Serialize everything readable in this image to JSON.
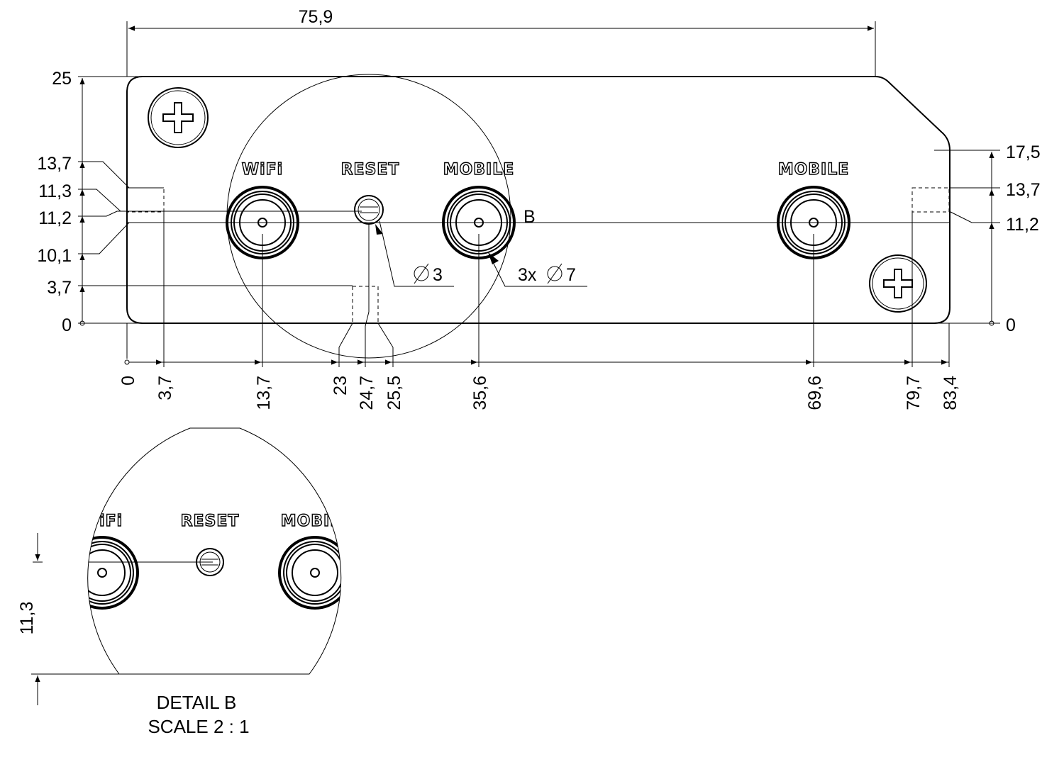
{
  "top_dimension": "75,9",
  "panel_labels": {
    "wifi": "WiFi",
    "reset": "RESET",
    "mobile_1": "MOBILE",
    "mobile_2": "MOBILE"
  },
  "left_vertical_dims": [
    "25",
    "13,7",
    "11,3",
    "11,2",
    "10,1",
    "3,7",
    "0"
  ],
  "right_vertical_dims": [
    "17,5",
    "13,7",
    "11,2",
    "0"
  ],
  "bottom_dims": [
    "0",
    "3,7",
    "13,7",
    "23",
    "24,7",
    "25,5",
    "35,6",
    "69,6",
    "79,7",
    "83,4"
  ],
  "callouts": {
    "reset_diameter": "3",
    "connector_diameter": "3x",
    "connector_diameter_value": "7",
    "detail_marker": "B"
  },
  "detail": {
    "labels": {
      "wifi": "WiFi",
      "reset": "RESET",
      "mobile": "MOBILE"
    },
    "height_dim": "11,3",
    "title": "DETAIL B",
    "scale": "SCALE 2 : 1"
  }
}
